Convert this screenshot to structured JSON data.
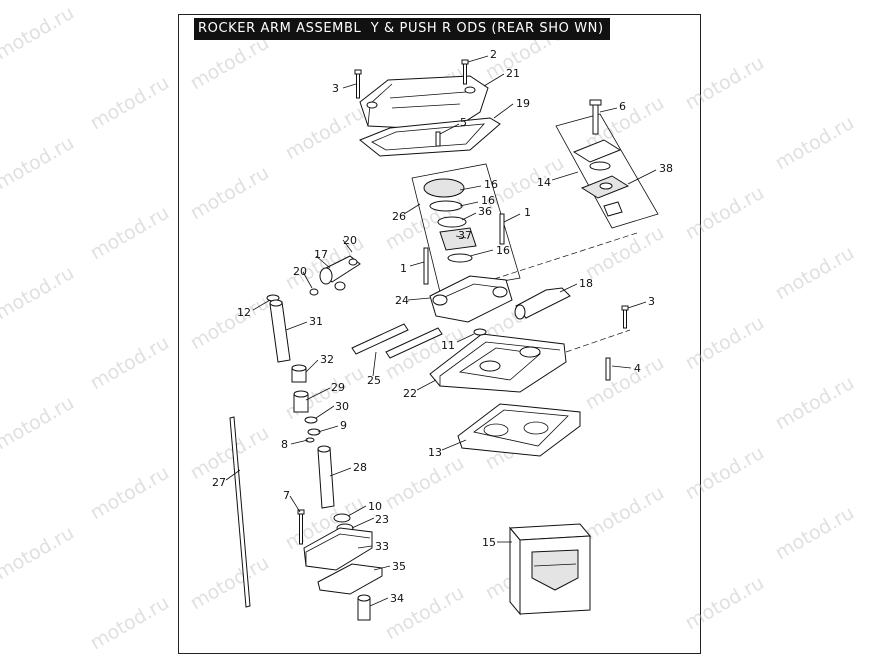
{
  "title": "ROCKER ARM ASSEMBL  Y & PUSH R ODS (REAR SHO WN)",
  "watermark": "motod.ru",
  "colors": {
    "ink": "#111111",
    "watermark": "#c8c8c8",
    "title_bg": "#111111",
    "title_text": "#ffffff"
  },
  "callouts": {
    "c2": "2",
    "c21": "21",
    "c3a": "3",
    "c19": "19",
    "c5": "5",
    "c6": "6",
    "c16a": "16",
    "c16b": "16",
    "c36": "36",
    "c1a": "1",
    "c14": "14",
    "c38": "38",
    "c26": "26",
    "c37": "37",
    "c16c": "16",
    "c20a": "20",
    "c17": "17",
    "c20b": "20",
    "c1b": "1",
    "c18": "18",
    "c3b": "3",
    "c12": "12",
    "c24": "24",
    "c31": "31",
    "c11": "11",
    "c32": "32",
    "c25": "25",
    "c4": "4",
    "c22": "22",
    "c29": "29",
    "c30": "30",
    "c8": "8",
    "c9": "9",
    "c13": "13",
    "c28": "28",
    "c27": "27",
    "c7": "7",
    "c10": "10",
    "c23": "23",
    "c15": "15",
    "c33": "33",
    "c35": "35",
    "c34": "34"
  }
}
